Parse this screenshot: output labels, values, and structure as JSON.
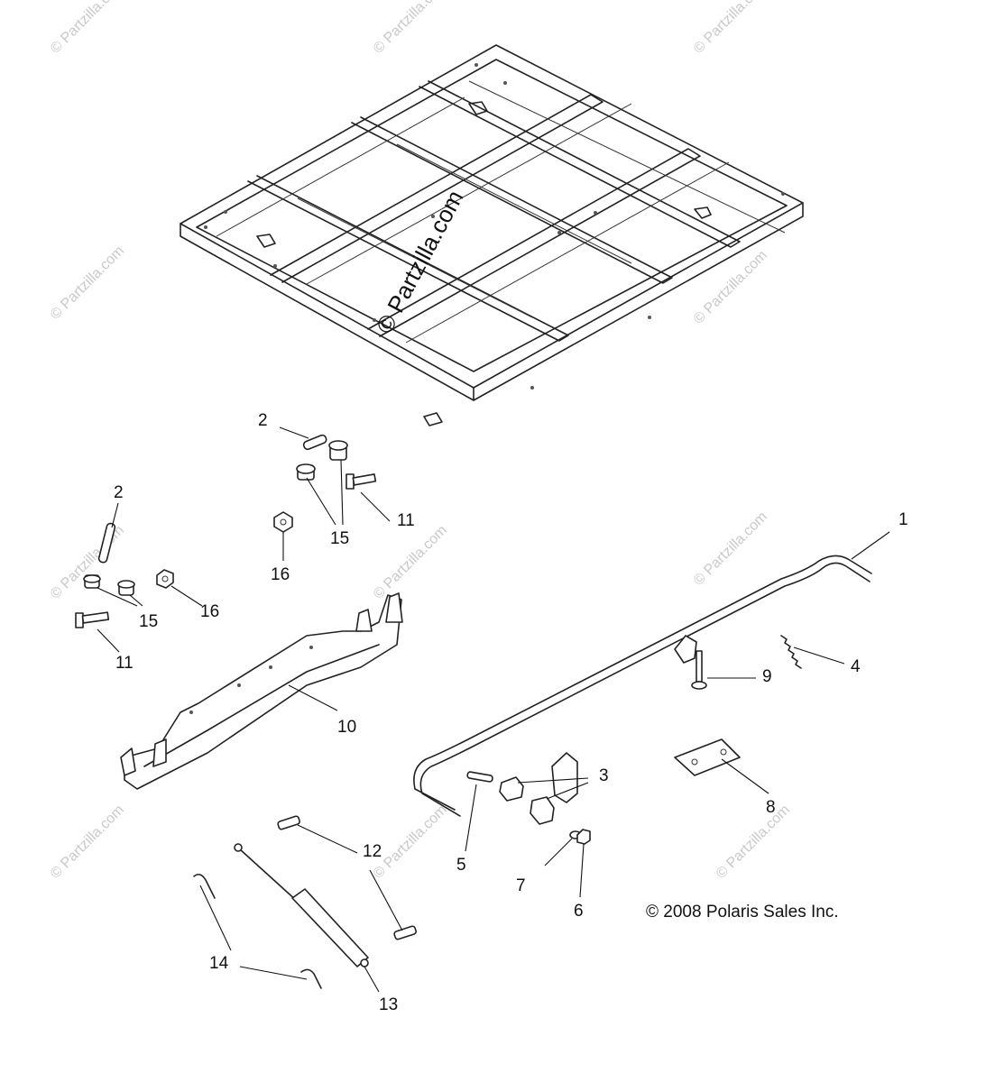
{
  "callouts": [
    "1",
    "2",
    "2",
    "3",
    "4",
    "5",
    "6",
    "7",
    "8",
    "9",
    "10",
    "11",
    "11",
    "12",
    "13",
    "14",
    "15",
    "15",
    "16",
    "16"
  ],
  "copyright": "© 2008 Polaris Sales Inc.",
  "watermark": "© Partzilla.com",
  "center_watermark": "© Partzilla.com"
}
